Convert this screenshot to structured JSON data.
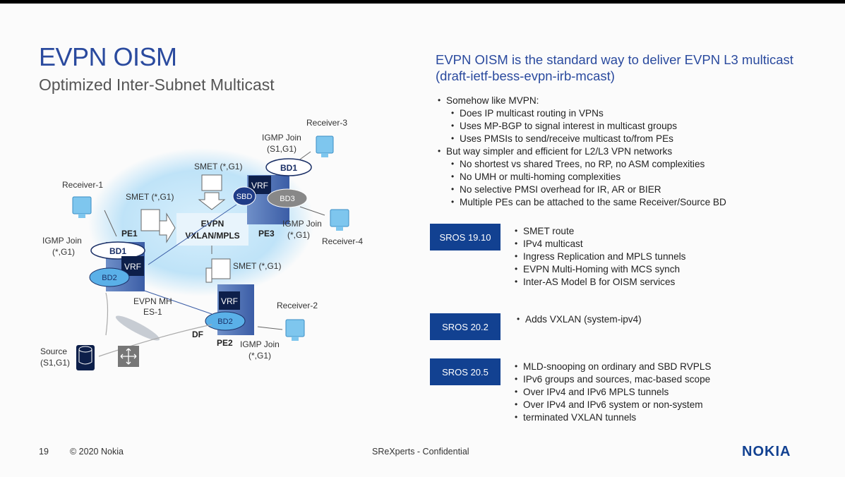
{
  "slide": {
    "title": "EVPN OISM",
    "subtitle": "Optimized Inter-Subnet Multicast",
    "right_title_1": "EVPN OISM is the standard way to deliver EVPN L3 multicast",
    "right_title_2": "(draft-ietf-bess-evpn-irb-mcast)"
  },
  "bullets": [
    "Somehow like MVPN:",
    "Does IP multicast routing in VPNs",
    "Uses MP-BGP to signal interest in multicast groups",
    "Uses PMSIs to send/receive multicast to/from PEs",
    "But way simpler and efficient for L2/L3 VPN networks",
    "No shortest vs shared Trees, no RP, no ASM complexities",
    "No UMH or multi-homing complexities",
    "No selective PMSI overhead for IR, AR or BIER",
    "Multiple PEs can be attached to the same Receiver/Source BD"
  ],
  "releases": [
    {
      "badge": "SROS 19.10",
      "items": [
        "SMET route",
        "IPv4 multicast",
        "Ingress Replication and MPLS tunnels",
        "EVPN Multi-Homing with MCS synch",
        "Inter-AS Model B for OISM services"
      ]
    },
    {
      "badge": "SROS 20.2",
      "items": [
        "Adds VXLAN (system-ipv4)"
      ]
    },
    {
      "badge": "SROS 20.5",
      "items": [
        "MLD-snooping on ordinary and SBD RVPLS",
        "IPv6 groups and sources, mac-based scope",
        "Over IPv4 and IPv6 MPLS tunnels",
        "Over IPv4 and IPv6 system or non-system",
        "terminated VXLAN tunnels"
      ]
    }
  ],
  "diagram": {
    "core_1": "EVPN",
    "core_2": "VXLAN/MPLS",
    "pe1": "PE1",
    "pe2": "PE2",
    "pe3": "PE3",
    "vrf": "VRF",
    "bd1": "BD1",
    "bd2": "BD2",
    "bd3": "BD3",
    "sbd": "SBD",
    "smet_pe1": "SMET (*,G1)",
    "smet_pe3": "SMET (*,G1)",
    "smet_pe2": "SMET (*,G1)",
    "receiver_1": "Receiver-1",
    "receiver_2": "Receiver-2",
    "receiver_3": "Receiver-3",
    "receiver_4": "Receiver-4",
    "igmp_join": "IGMP Join",
    "igmp_r1_group": "(*,G1)",
    "igmp_r2_group": "(*,G1)",
    "igmp_r3_group": "(S1,G1)",
    "igmp_r4_group": "(*,G1)",
    "evpn_mh": "EVPN MH",
    "es": "ES-1",
    "df": "DF",
    "source": "Source",
    "source_group": "(S1,G1)"
  },
  "footer": {
    "page": "19",
    "copyright": "© 2020 Nokia",
    "center": "SReXperts - Confidential",
    "logo": "NOKIA"
  },
  "colors": {
    "accent": "#124191",
    "title": "#2a4a9e",
    "cloud": "#bfe3f8",
    "receiver": "#7ec6ee"
  }
}
